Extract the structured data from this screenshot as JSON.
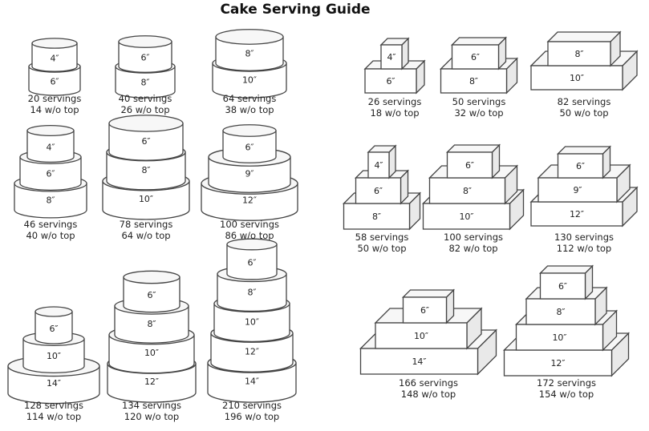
{
  "title": "Cake Serving Guide",
  "round_cakes": [
    {
      "tiers": [
        "4″",
        "6″"
      ],
      "servings": "20 servings",
      "without_top": "14 w/o top"
    },
    {
      "tiers": [
        "6″",
        "8″"
      ],
      "servings": "40 servings",
      "without_top": "26 w/o top"
    },
    {
      "tiers": [
        "8″",
        "10″"
      ],
      "servings": "64 servings",
      "without_top": "38 w/o top"
    },
    {
      "tiers": [
        "4″",
        "6″",
        "8″"
      ],
      "servings": "46 servings",
      "without_top": "40 w/o top"
    },
    {
      "tiers": [
        "6″",
        "8″",
        "10″"
      ],
      "servings": "78 servings",
      "without_top": "64 w/o top"
    },
    {
      "tiers": [
        "6″",
        "9″",
        "12″"
      ],
      "servings": "100 servings",
      "without_top": "86 w/o top"
    },
    {
      "tiers": [
        "6″",
        "10″",
        "14″"
      ],
      "servings": "128 servings",
      "without_top": "114 w/o top"
    },
    {
      "tiers": [
        "6″",
        "8″",
        "10″",
        "12″"
      ],
      "servings": "134 servings",
      "without_top": "120 w/o top"
    },
    {
      "tiers": [
        "6″",
        "8″",
        "10″",
        "12″",
        "14″"
      ],
      "servings": "210 servings",
      "without_top": "196 w/o top"
    }
  ],
  "square_cakes": [
    {
      "tiers": [
        "4″",
        "6″"
      ],
      "servings": "26 servings",
      "without_top": "18 w/o top"
    },
    {
      "tiers": [
        "6″",
        "8″"
      ],
      "servings": "50 servings",
      "without_top": "32 w/o top"
    },
    {
      "tiers": [
        "8″",
        "10″"
      ],
      "servings": "82 servings",
      "without_top": "50 w/o top"
    },
    {
      "tiers": [
        "4″",
        "6″",
        "8″"
      ],
      "servings": "58 servings",
      "without_top": "50 w/o top"
    },
    {
      "tiers": [
        "6″",
        "8″",
        "10″"
      ],
      "servings": "100 servings",
      "without_top": "82 w/o top"
    },
    {
      "tiers": [
        "6″",
        "9″",
        "12″"
      ],
      "servings": "130 servings",
      "without_top": "112 w/o top"
    },
    {
      "tiers": [
        "6″",
        "10″",
        "14″"
      ],
      "servings": "166 servings",
      "without_top": "148 w/o top"
    },
    {
      "tiers": [
        "6″",
        "8″",
        "10″",
        "12″"
      ],
      "servings": "172 servings",
      "without_top": "154 w/o top"
    }
  ]
}
